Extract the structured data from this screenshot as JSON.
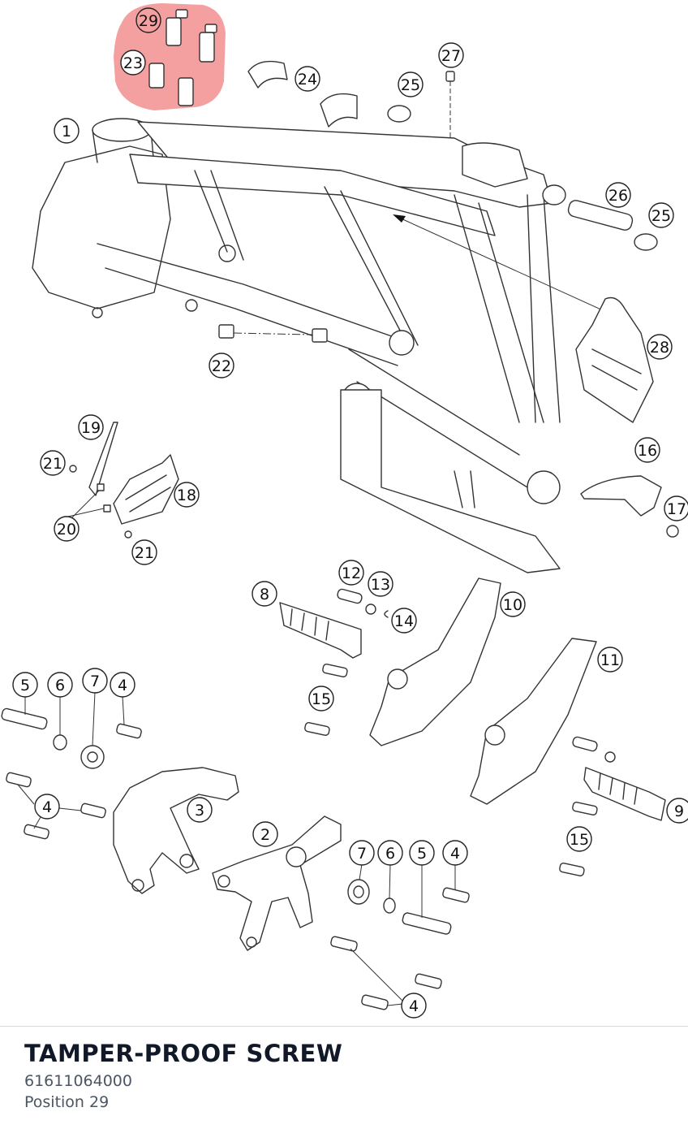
{
  "part": {
    "title": "TAMPER-PROOF SCREW",
    "number": "61611064000",
    "position": "Position 29"
  },
  "highlight": {
    "color": "#f08080",
    "position": "29"
  },
  "callouts": [
    {
      "label": "29"
    },
    {
      "label": "23"
    },
    {
      "label": "24"
    },
    {
      "label": "25"
    },
    {
      "label": "27"
    },
    {
      "label": "1"
    },
    {
      "label": "26"
    },
    {
      "label": "25"
    },
    {
      "label": "28"
    },
    {
      "label": "22"
    },
    {
      "label": "19"
    },
    {
      "label": "21"
    },
    {
      "label": "18"
    },
    {
      "label": "20"
    },
    {
      "label": "21"
    },
    {
      "label": "16"
    },
    {
      "label": "17"
    },
    {
      "label": "12"
    },
    {
      "label": "13"
    },
    {
      "label": "8"
    },
    {
      "label": "14"
    },
    {
      "label": "10"
    },
    {
      "label": "11"
    },
    {
      "label": "5"
    },
    {
      "label": "6"
    },
    {
      "label": "7"
    },
    {
      "label": "4"
    },
    {
      "label": "15"
    },
    {
      "label": "4"
    },
    {
      "label": "3"
    },
    {
      "label": "9"
    },
    {
      "label": "2"
    },
    {
      "label": "7"
    },
    {
      "label": "6"
    },
    {
      "label": "5"
    },
    {
      "label": "4"
    },
    {
      "label": "15"
    },
    {
      "label": "4"
    }
  ]
}
